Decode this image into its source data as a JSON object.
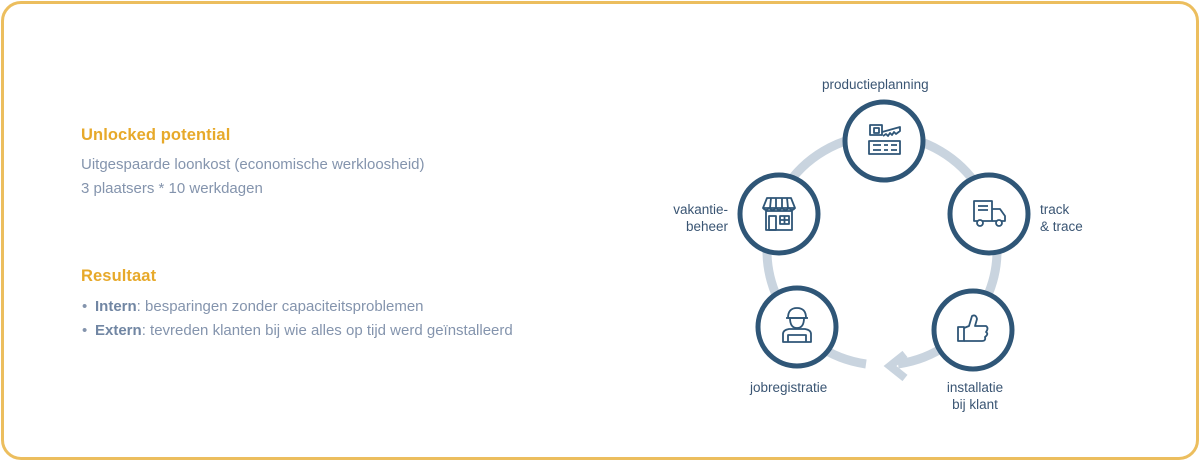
{
  "unlocked": {
    "heading": "Unlocked potential",
    "lines": [
      "Uitgespaarde loonkost (economische werkloosheid)",
      "3 plaatsers * 10 werkdagen"
    ]
  },
  "result": {
    "heading": "Resultaat",
    "items": [
      {
        "bullet": "•",
        "label": "Intern",
        "sep": ":",
        "text": " besparingen zonder capaciteitsproblemen"
      },
      {
        "bullet": "•",
        "label": "Extern",
        "sep": ":",
        "text": " tevreden klanten bij wie alles op tijd werd geïnstalleerd"
      }
    ]
  },
  "cycle": {
    "colors": {
      "node_stroke": "#2f5677",
      "ring": "#c9d4df",
      "label": "#3a5573",
      "accent": "#e7a92a",
      "border": "#ecbe5e"
    },
    "nodes": [
      {
        "id": "productieplanning",
        "label_lines": [
          "productieplanning"
        ],
        "icon": "saw-planning-icon"
      },
      {
        "id": "track-trace",
        "label_lines": [
          "track",
          "& trace"
        ],
        "icon": "truck-icon"
      },
      {
        "id": "installatie",
        "label_lines": [
          "installatie",
          "bij klant"
        ],
        "icon": "thumbs-up-icon"
      },
      {
        "id": "jobregistratie",
        "label_lines": [
          "jobregistratie"
        ],
        "icon": "worker-icon"
      },
      {
        "id": "vakantiebeheer",
        "label_lines": [
          "vakantie-",
          "beheer"
        ],
        "icon": "shop-icon"
      }
    ],
    "direction": "clockwise"
  }
}
